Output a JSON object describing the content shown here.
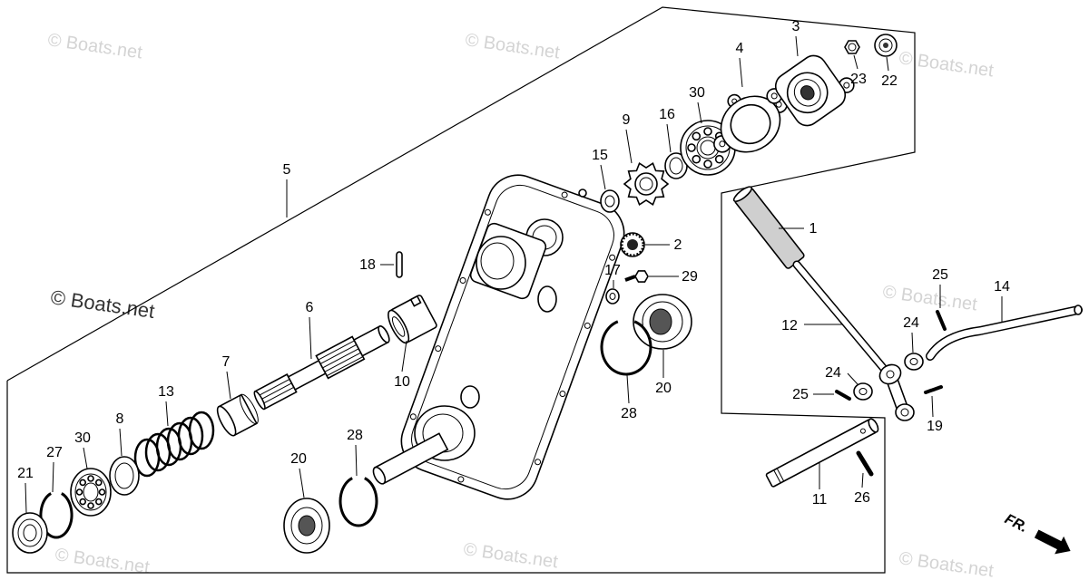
{
  "callouts": [
    "5",
    "3",
    "4",
    "30",
    "16",
    "9",
    "15",
    "23",
    "22",
    "1",
    "2",
    "29",
    "17",
    "18",
    "6",
    "10",
    "20",
    "28",
    "12",
    "24",
    "25",
    "14",
    "24",
    "25",
    "19",
    "11",
    "26",
    "7",
    "13",
    "8",
    "30",
    "27",
    "21",
    "20",
    "28"
  ],
  "watermark": {
    "text": "© Boats.net"
  },
  "direction_label": "FR."
}
